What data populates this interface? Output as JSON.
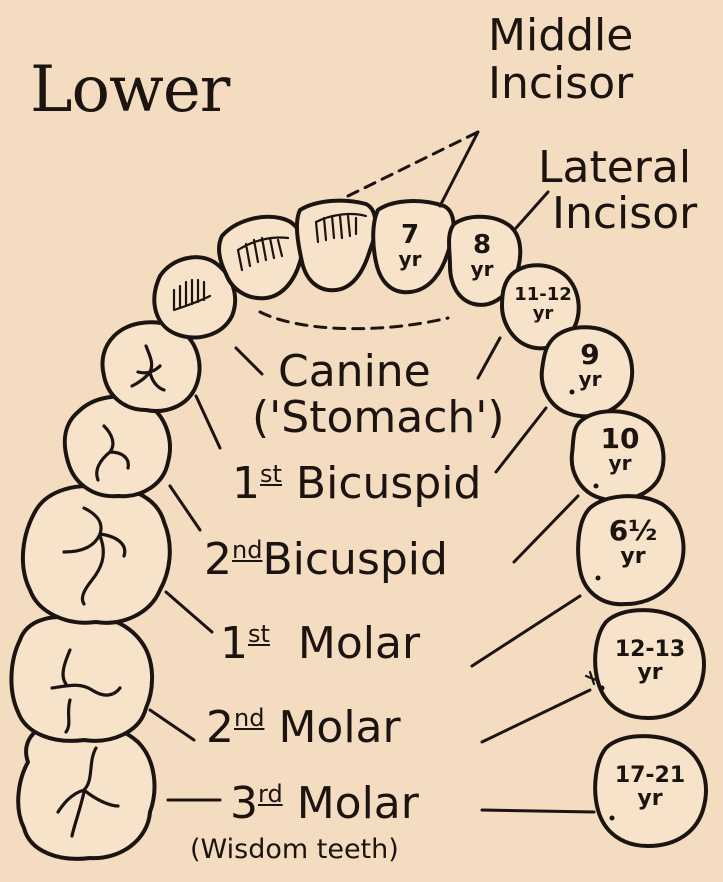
{
  "title": "Lower",
  "labels": {
    "middle_incisor": [
      "Middle",
      "Incisor"
    ],
    "lateral_incisor": [
      "Lateral",
      "Incisor"
    ],
    "canine": [
      "Canine",
      "('Stomach')"
    ],
    "first_bicuspid": {
      "num": "1",
      "ord": "st",
      "name": "Bicuspid"
    },
    "second_bicuspid": {
      "num": "2",
      "ord": "nd",
      "name": "Bicuspid"
    },
    "first_molar": {
      "num": "1",
      "ord": "st",
      "name": "Molar"
    },
    "second_molar": {
      "num": "2",
      "ord": "nd",
      "name": "Molar"
    },
    "third_molar": {
      "num": "3",
      "ord": "rd",
      "name": "Molar",
      "note": "(Wisdom teeth)"
    }
  },
  "ages": {
    "middle_incisor": [
      "7",
      "yr"
    ],
    "lateral_incisor": [
      "8",
      "yr"
    ],
    "canine": [
      "11-12",
      "yr"
    ],
    "first_bicuspid": [
      "9",
      "yr"
    ],
    "second_bicuspid": [
      "10",
      "yr"
    ],
    "first_molar": [
      "6½",
      "yr"
    ],
    "second_molar": [
      "12-13",
      "yr"
    ],
    "third_molar": [
      "17-21",
      "yr"
    ]
  },
  "colors": {
    "background": "#f3dcc0",
    "ink": "#1c1410"
  }
}
